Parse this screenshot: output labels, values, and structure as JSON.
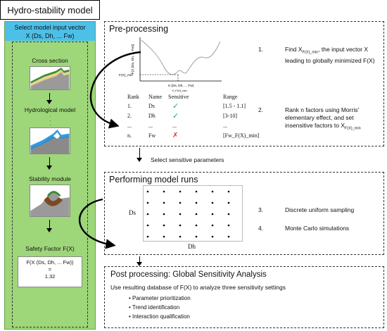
{
  "left": {
    "title": "Hydro-stability model",
    "head_line1": "Select model input vector",
    "head_line2": "X (Ds, Dh, ... Fw)",
    "modules": [
      {
        "label": "Cross section"
      },
      {
        "label": "Hydrological model"
      },
      {
        "label": "Stability module"
      },
      {
        "label": "Safety Factor F(X)"
      }
    ],
    "safety": {
      "line1": "F(X (Ds, Dh, ... Fw))",
      "line2": "=",
      "value": "1.32"
    }
  },
  "pre": {
    "title": "Pre-processing",
    "plot_ylabel": "F(X (Ds, Dh, ... Fw))",
    "plot_fmin": "F(X)_min",
    "plot_xlabel": "X (Ds, Dh, ... Fw)",
    "plot_xsub": "X_F(X)_min",
    "table_headers": [
      "Rank",
      "Name",
      "Sensitive",
      "Range"
    ],
    "table_rows": [
      {
        "rank": "1.",
        "name": "Ds",
        "sensitive": "✓",
        "range": "[1.5 - 1.1]"
      },
      {
        "rank": "2.",
        "name": "Dh",
        "sensitive": "✓",
        "range": "[3-10]"
      },
      {
        "rank": "...",
        "name": "...",
        "sensitive": "...",
        "range": "..."
      },
      {
        "rank": "n.",
        "name": "Fw",
        "sensitive": "✗",
        "range": "[Fw_F(X)_min]"
      }
    ],
    "steps": [
      {
        "num": "1.",
        "text": "Find X_F(X)_min, the input vector X leading to globally minimized F(X)"
      },
      {
        "num": "2.",
        "text": "Rank n factors using Morris' elementary effect, and set insensitive factors to X_F(X)_min"
      }
    ],
    "step1_a": "Find X",
    "step1_sub": "F(X)_min",
    "step1_b": ", the input vector X",
    "step1_c": "leading to globally minimized F(X)",
    "step2_a": "Rank n factors using Morris'",
    "step2_b": "elementary effect, and set",
    "step2_c": "insensitive factors to X",
    "step2_sub": "F(X)_min"
  },
  "between": {
    "label": "Select sensitive parameters"
  },
  "runs": {
    "title": "Performing model runs",
    "axis_y": "Ds",
    "axis_x": "Dh",
    "steps": [
      {
        "num": "3.",
        "text": "Discrete uniform sampling"
      },
      {
        "num": "4.",
        "text": "Monte Carlo simulations"
      }
    ]
  },
  "post": {
    "title": "Post processing: Global Sensitivity Analysis",
    "intro": "Use resulting database of F(X) to analyze three sensitivity settings",
    "bullets": [
      "Parameter prioritization",
      "Trend identification",
      "Interaction qualification"
    ]
  },
  "colors": {
    "panel_green": "#9ed67a",
    "head_blue": "#4dc0e8",
    "check_green": "#2aa84a",
    "cross_red": "#d9342b"
  }
}
